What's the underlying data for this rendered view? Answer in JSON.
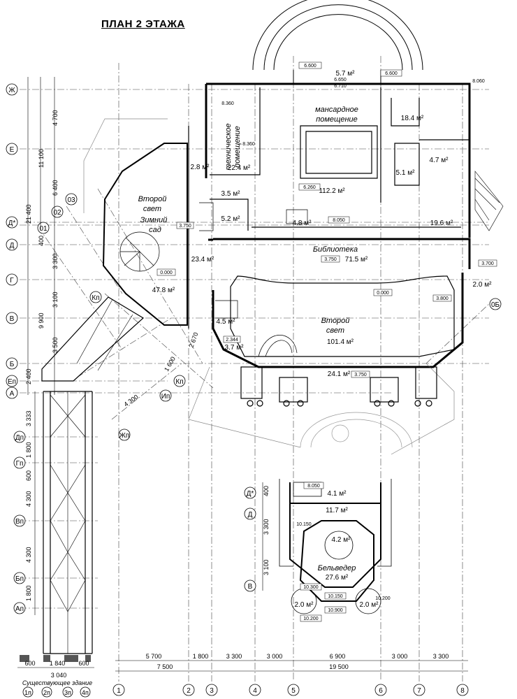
{
  "title": "ПЛАН 2 ЭТАЖА",
  "rooms": {
    "tech": [
      "техническое",
      "помещение"
    ],
    "mansard": [
      "мансардное",
      "помещение"
    ],
    "winter1": "Второй",
    "winter2": "свет",
    "winter3": "Зимний",
    "winter4": "сад",
    "library": "Библиотека",
    "second1": "Второй",
    "second2": "свет",
    "belveder": "Бельведер"
  },
  "areas": [
    "5.7 м²",
    "18.4 м²",
    "4.7 м²",
    "5.1 м²",
    "2.8 м²",
    "22.4 м²",
    "112.2 м²",
    "3.5 м²",
    "5.2 м²",
    "4.8 м²",
    "19.6 м²",
    "71.5 м²",
    "23.4 м²",
    "47.8 м²",
    "2.0 м²",
    "4.5 м²",
    "101.4 м²",
    "3.7 м²",
    "24.1 м²",
    "4.1 м²",
    "11.7 м²",
    "4.2 м²",
    "27.6 м²",
    "2.0 м²",
    "2.0 м²"
  ],
  "levels": [
    "6.600",
    "6.650",
    "6.710",
    "6.600",
    "8.060",
    "8.360",
    "8.360",
    "6.260",
    "8.050",
    "3.750",
    "0.000",
    "3.750",
    "0.000",
    "3.700",
    "3.800",
    "2.344",
    "3.750",
    "8.050",
    "10.150",
    "10.300",
    "10.150",
    "10.200",
    "10.200",
    "10.900"
  ],
  "axes_left": [
    "Ж",
    "Е",
    "Д*",
    "Д",
    "Г",
    "В",
    "Б",
    "Еп",
    "А",
    "Дп",
    "Гп",
    "Вп",
    "Бп",
    "Ап"
  ],
  "axes_diag": [
    "01",
    "02",
    "03",
    "Кп",
    "Кп",
    "Ип",
    "Жп",
    "0Б"
  ],
  "axes_bottom": [
    "1",
    "2",
    "3",
    "4",
    "5",
    "6",
    "7",
    "8"
  ],
  "axes_bottom_sub": [
    "1п",
    "2п",
    "3п",
    "4п"
  ],
  "dims_bottom_top": [
    "5 700",
    "1 800",
    "3 300",
    "3 000",
    "6 900",
    "3 000",
    "3 300"
  ],
  "dims_bottom_bottom": [
    "7 500",
    "19 500"
  ],
  "dims_bottom_left": [
    "600",
    "1 840",
    "600",
    "3 040"
  ],
  "existing_building": "Существующее здание",
  "dims_left_outer": [
    "21 400",
    "11 100",
    "4 700",
    "6 400",
    "400",
    "3 300",
    "9 900",
    "3 100",
    "3 500",
    "2 400",
    "3 333",
    "1 800",
    "600",
    "4 300",
    "4 300",
    "1 800"
  ],
  "dims_diag": [
    "2 670",
    "1 600",
    "4 300"
  ],
  "bel_axes": [
    "Д*",
    "Д",
    "В"
  ],
  "bel_dims": [
    "400",
    "3 300",
    "3 100"
  ]
}
